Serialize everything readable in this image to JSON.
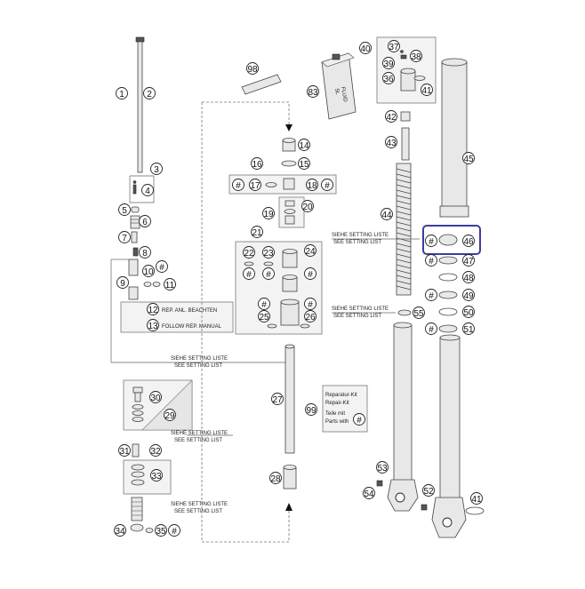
{
  "callouts": {
    "n1": "1",
    "n2": "2",
    "n3": "3",
    "n4": "4",
    "n5": "5",
    "n6": "6",
    "n7": "7",
    "n8": "8",
    "n9": "9",
    "n10": "10",
    "n11": "11",
    "n12": "12",
    "n13": "13",
    "n14": "14",
    "n15": "15",
    "n16": "16",
    "n17": "17",
    "n18": "18",
    "n19": "19",
    "n20": "20",
    "n21": "21",
    "n22": "22",
    "n23": "23",
    "n24": "24",
    "n25": "25",
    "n26": "26",
    "n27": "27",
    "n28": "28",
    "n29": "29",
    "n30": "30",
    "n31": "31",
    "n32": "32",
    "n33": "33",
    "n34": "34",
    "n35": "35",
    "n36": "36",
    "n37": "37",
    "n38": "38",
    "n39": "39",
    "n40": "40",
    "n41": "41",
    "n42": "42",
    "n43": "43",
    "n44": "44",
    "n45": "45",
    "n46": "46",
    "n47": "47",
    "n48": "48",
    "n49": "49",
    "n50": "50",
    "n51": "51",
    "n52": "52",
    "n53": "53",
    "n54": "54",
    "n55": "55",
    "n83": "83",
    "n98": "98",
    "n99": "99",
    "hash": "#"
  },
  "labels": {
    "rep_de": "REP. ANL. BEACHTEN",
    "rep_en": "FOLLOW REP. MANUAL",
    "setting_de": "SIEHE SETTING LISTE",
    "setting_en": "SEE SETTING LIST",
    "fluid_name": "FLUID",
    "fluid_volume": "5L",
    "kit_line1": "Reparatur-Kit",
    "kit_line2": "Repair-Kit",
    "kit_line3": "Teile mit",
    "kit_line4": "Parts with"
  },
  "colors": {
    "highlight": "#3a3f9e"
  }
}
